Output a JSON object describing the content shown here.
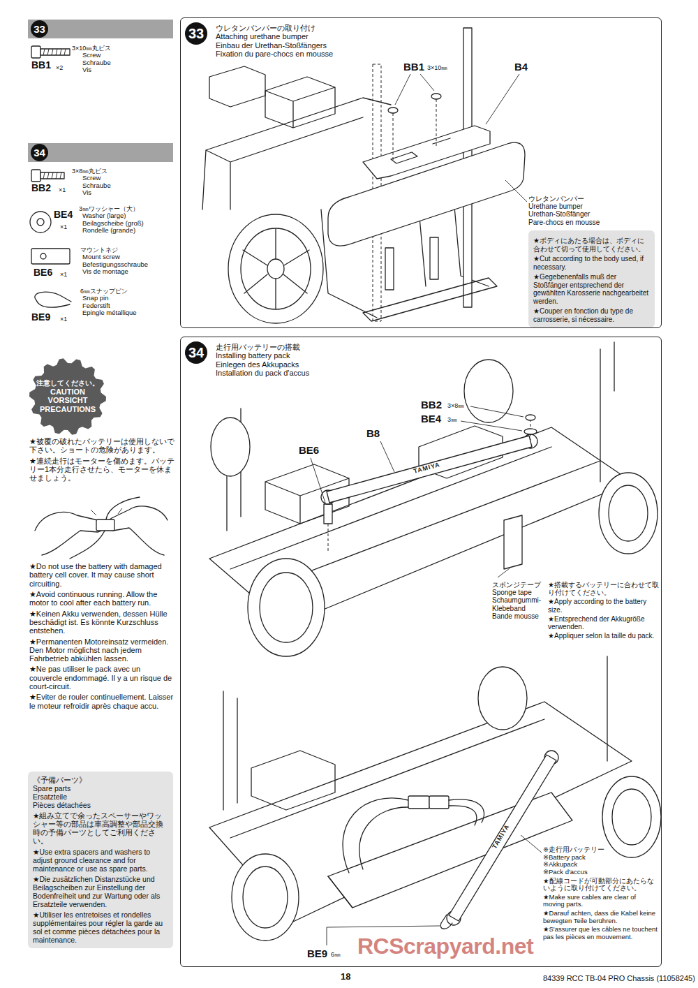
{
  "diagram": {
    "nodes": [
      {
        "text": [
          "33"
        ]
      },
      {
        "text": [
          "34"
        ]
      },
      {
        "text": [
          "注意してください。",
          "CAUTION",
          "VORSICHT",
          "PRECAUTIONS"
        ]
      },
      {
        "text": [
          "《予備パーツ》",
          "Spare parts",
          "Ersatzteile",
          "Pièces détachées",
          "★組み立てで余ったスペーサーやワッシャー等の部品は車高調整や部品交換時の予備パーツとしてご利用ください。",
          "★Use extra spacers and washers to adjust ground clearance and for maintenance or use as spare parts.",
          "★Die zusätzlichen Distanzstücke und Beilagscheiben zur Einstellung der Bodenfreiheit und zur Wartung oder als Ersatzteile verwenden.",
          "★Utiliser les entretoises et rondelles supplémentaires pour régler la garde au sol et comme pièces détachées pour la maintenance."
        ]
      },
      {
        "text": [
          "33",
          "ウレタンバンパーの取り付け",
          "Attaching urethane bumper",
          "Einbau der Urethan-Stoßfängers",
          "Fixation du pare-chocs en mousse"
        ]
      },
      {
        "text": [
          "★ボディにあたる場合は、ボディに合わせて切って使用してください。",
          "★Cut according to the body used, if necessary.",
          "★Gegebenenfalls muß der Stoßfänger entsprechend der gewählten Karosserie nachgearbeitet werden.",
          "★Couper en fonction du type de carrosserie, si nécessaire."
        ],
        "in": 4
      },
      {
        "text": [
          "34",
          "走行用バッテリーの搭載",
          "Installing battery pack",
          "Einlegen des Akkupacks",
          "Installation du pack d'accus"
        ]
      }
    ],
    "labels": [
      "BB1",
      "×2",
      "3×10㎜丸ビス",
      "Screw",
      "Schraube",
      "Vis",
      "BB2",
      "×1",
      "3×8㎜丸ビス",
      "Screw",
      "Schraube",
      "Vis",
      "BE4",
      "×1",
      "3㎜ワッシャー（大）",
      "Washer (large)",
      "Beilagscheibe (groß)",
      "Rondelle (grande)",
      "BE6",
      "×1",
      "マウントネジ",
      "Mount screw",
      "Befestigungsschraube",
      "Vis de montage",
      "BE9",
      "×1",
      "6㎜スナップピン",
      "Snap pin",
      "Federstift",
      "Epingle métallique",
      "★被覆の破れたバッテリーは使用しないで下さい。ショートの危険があります。",
      "★連続走行はモーターを傷めます。バッテリー1本分走行させたら、モーターを休ませましょう。",
      "★Do not use the battery with damaged battery cell cover. It may cause short circuiting.",
      "★Avoid continuous running. Allow the motor to cool after each battery run.",
      "★Keinen Akku verwenden, dessen Hülle beschädigt ist. Es könnte Kurzschluss entstehen.",
      "★Permanenten Motoreinsatz vermeiden. Den Motor möglichst nach jedem Fahrbetrieb abkühlen lassen.",
      "★Ne pas utiliser le pack avec un couvercle endommagé. Il y a un risque de court-circuit.",
      "★Eviter de rouler continuellement. Laisser le moteur refroidir après chaque accu.",
      "BB1",
      "3×10㎜",
      "B4",
      "ウレタンバンパー",
      "Urethane bumper",
      "Urethan-Stoßfänger",
      "Pare-chocs en mousse",
      "BB2",
      "3×8㎜",
      "BE4",
      "3㎜",
      "B8",
      "BE6",
      "TAMIYA",
      "スポンジテープ",
      "Sponge tape",
      "Schaumgummi- Klebeband",
      "Bande mousse",
      "★搭載するバッテリーに合わせて取り付けてください。",
      "★Apply according to the battery size.",
      "★Entsprechend der Akkugröße verwenden.",
      "★Appliquer selon la taille du pack.",
      "TAMIYA",
      "※走行用バッテリー",
      "※Battery pack",
      "※Akkupack",
      "※Pack d'accus",
      "★配線コードが可動部分にあたらないように取り付けてください。",
      "★Make sure cables are clear of moving parts.",
      "★Darauf achten, dass die Kabel keine bewegten Teile berühren.",
      "★S'assurer que les câbles ne touchent pas les pièces en mouvement.",
      "BE9",
      "6㎜",
      "18",
      "84339 RCC TB-04 PRO Chassis (11058245)",
      "RCScrapyard.net"
    ]
  }
}
